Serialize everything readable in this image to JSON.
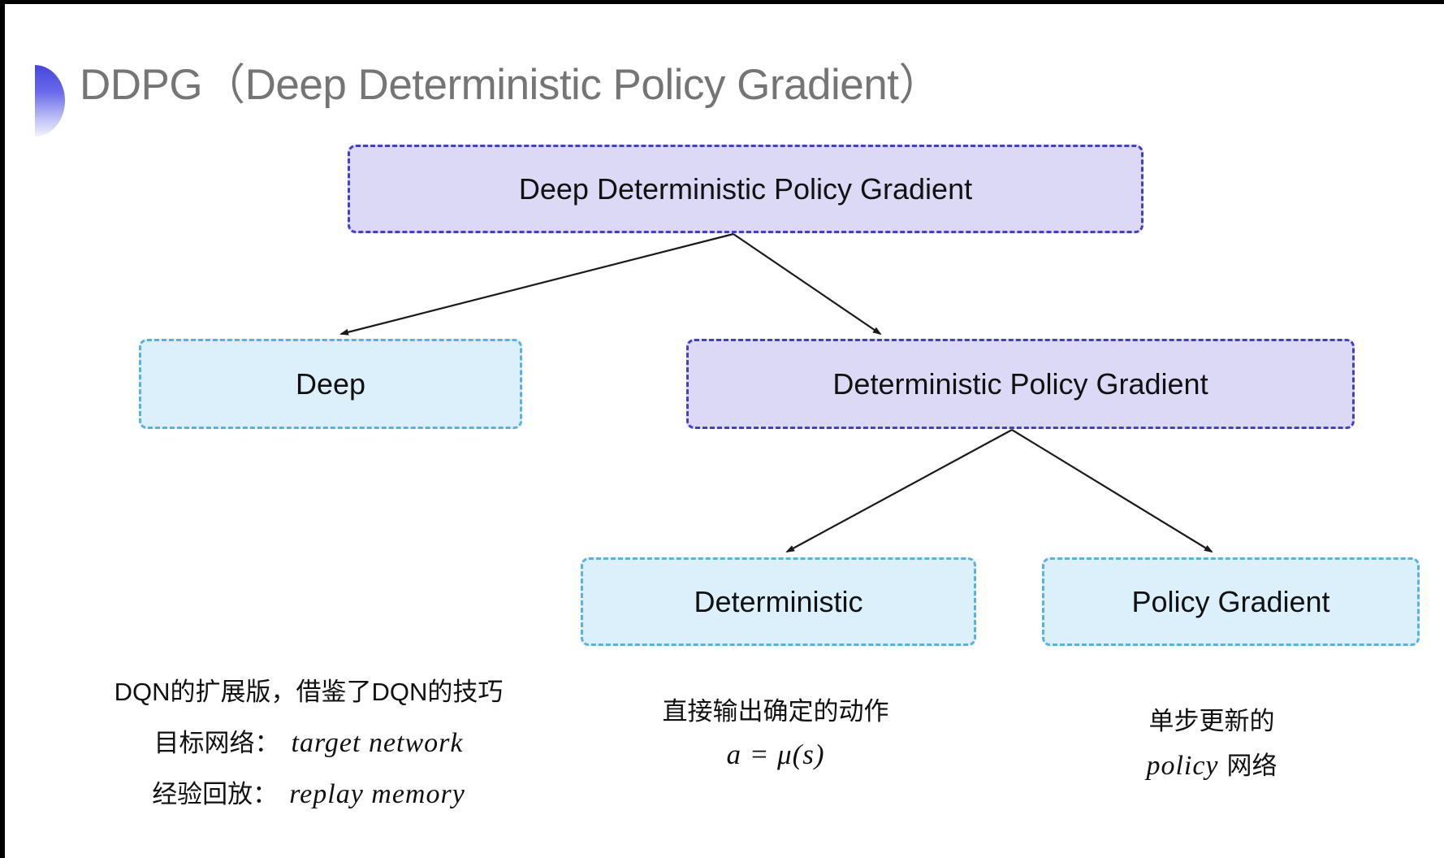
{
  "title": {
    "text": "DDPG（Deep Deterministic Policy Gradient）",
    "color": "#757575"
  },
  "decoration": {
    "bullet_icon": "half-circle-gradient",
    "bullet_top_color": "#4545e0",
    "bullet_bottom_color": "#f2f2ff"
  },
  "colors": {
    "purple_node_fill": "#dcd9f7",
    "purple_node_border": "#4040c8",
    "cyan_node_fill": "#dcf0fb",
    "cyan_node_border": "#58b1e3",
    "arrow": "#1a1a1a"
  },
  "tree": {
    "root": {
      "label": "Deep Deterministic Policy Gradient"
    },
    "deep": {
      "label": "Deep"
    },
    "dpg": {
      "label": "Deterministic Policy Gradient"
    },
    "deterministic": {
      "label": "Deterministic"
    },
    "policy_gradient": {
      "label": "Policy Gradient"
    }
  },
  "notes": {
    "deep": {
      "line1": "DQN的扩展版，借鉴了DQN的技巧",
      "line2_label": "目标网络：",
      "line2_term": "target network",
      "line3_label": "经验回放：",
      "line3_term": "replay memory"
    },
    "deterministic": {
      "line1": "直接输出确定的动作",
      "formula": "a = μ(s)"
    },
    "policy_gradient": {
      "line1": "单步更新的",
      "line2_term": "policy",
      "line2_suffix": "网络"
    }
  }
}
